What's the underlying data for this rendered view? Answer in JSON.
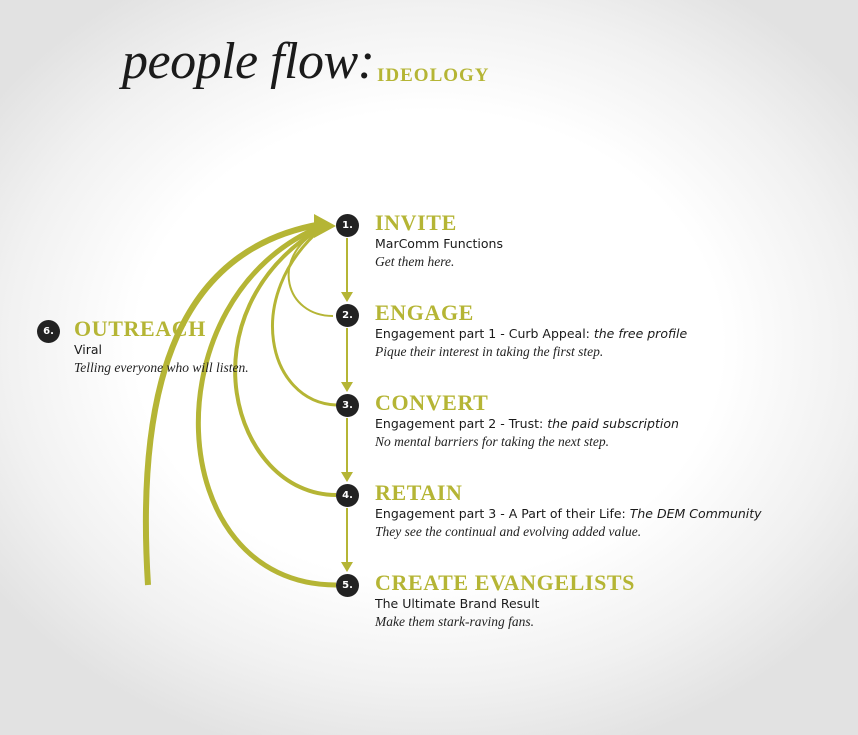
{
  "colors": {
    "accent": "#b5b535",
    "accent_dark": "#a9a92c",
    "badge": "#222222",
    "text": "#1a1a1a"
  },
  "header": {
    "title": "people flow:",
    "subtitle": "IDEOLOGY"
  },
  "steps": [
    {
      "number": "1.",
      "title": "INVITE",
      "subtitle": "MarComm Functions",
      "subtitle_em": "",
      "description": "Get them here."
    },
    {
      "number": "2.",
      "title": "ENGAGE",
      "subtitle": "Engagement part 1 - Curb Appeal: ",
      "subtitle_em": "the free profile",
      "description": "Pique their interest in taking the first step."
    },
    {
      "number": "3.",
      "title": "CONVERT",
      "subtitle": "Engagement part 2 - Trust: ",
      "subtitle_em": "the paid subscription",
      "description": "No mental barriers for taking the next step."
    },
    {
      "number": "4.",
      "title": "RETAIN",
      "subtitle": "Engagement part 3 - A Part of their Life: ",
      "subtitle_em": "The DEM Community",
      "description": "They see the continual and evolving added value."
    },
    {
      "number": "5.",
      "title": "CREATE EVANGELISTS",
      "subtitle": "The Ultimate Brand Result",
      "subtitle_em": "",
      "description": "Make them stark-raving fans."
    }
  ],
  "outreach": {
    "number": "6.",
    "title": "OUTREACH",
    "subtitle": "Viral",
    "description": "Telling everyone who will listen."
  }
}
